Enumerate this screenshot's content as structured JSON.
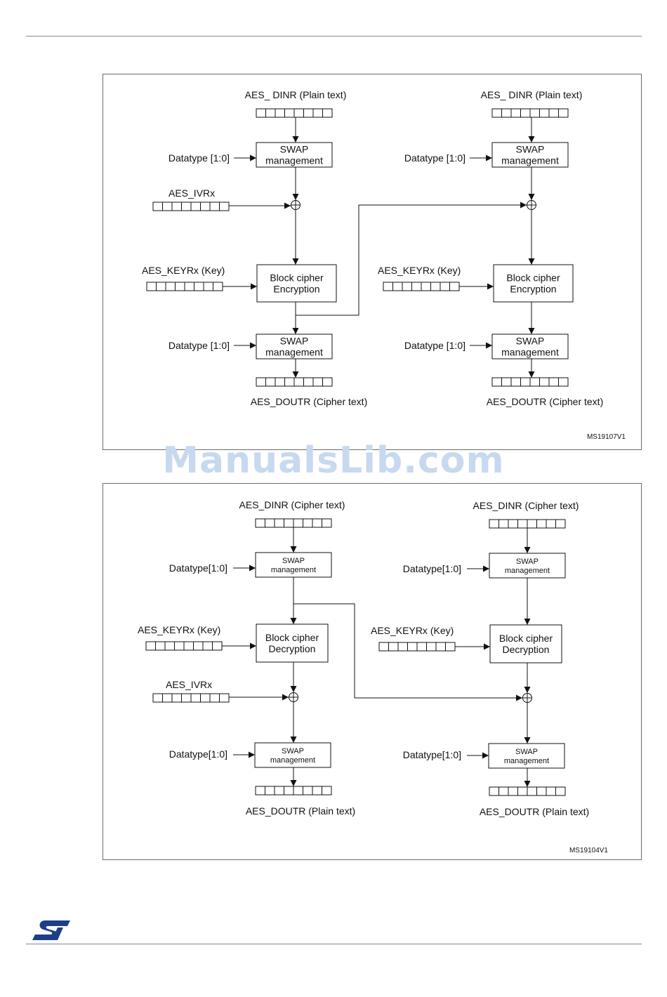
{
  "colors": {
    "line": "#111111",
    "frame": "#6b6b6b",
    "watermark": "#c7d9ef",
    "logo": "#1d3f8a"
  },
  "watermark": "ManualsLib.com",
  "logo": {
    "name": "st-logo",
    "text": "ST"
  },
  "figure_encrypt": {
    "id": "MS19107V1",
    "columns": [
      {
        "input": "AES_ DINR  (Plain text)",
        "datatype_in": "Datatype [1:0]",
        "swap_in": [
          "SWAP",
          "management"
        ],
        "key": "AES_KEYRx (Key)",
        "cipher": [
          "Block cipher",
          "Encryption"
        ],
        "datatype_out": "Datatype [1:0]",
        "swap_out": [
          "SWAP",
          "management"
        ],
        "output": "AES_DOUTR  (Cipher text)",
        "iv": "AES_IVRx"
      },
      {
        "input": "AES_ DINR  (Plain text)",
        "datatype_in": "Datatype [1:0]",
        "swap_in": [
          "SWAP",
          "management"
        ],
        "key": "AES_KEYRx (Key)",
        "cipher": [
          "Block cipher",
          "Encryption"
        ],
        "datatype_out": "Datatype [1:0]",
        "swap_out": [
          "SWAP",
          "management"
        ],
        "output": "AES_DOUTR  (Cipher text)"
      }
    ]
  },
  "figure_decrypt": {
    "id": "MS19104V1",
    "columns": [
      {
        "input": "AES_DINR (Cipher text)",
        "datatype_in": "Datatype[1:0]",
        "swap_in": [
          "SWAP",
          "management"
        ],
        "key": "AES_KEYRx (Key)",
        "cipher": [
          "Block cipher",
          "Decryption"
        ],
        "iv": "AES_IVRx",
        "datatype_out": "Datatype[1:0]",
        "swap_out": [
          "SWAP",
          "management"
        ],
        "output": "AES_DOUTR (Plain text)"
      },
      {
        "input": "AES_DINR (Cipher text)",
        "datatype_in": "Datatype[1:0]",
        "swap_in": [
          "SWAP",
          "management"
        ],
        "key": "AES_KEYRx (Key)",
        "cipher": [
          "Block cipher",
          "Decryption"
        ],
        "datatype_out": "Datatype[1:0]",
        "swap_out": [
          "SWAP",
          "management"
        ],
        "output": "AES_DOUTR (Plain text)"
      }
    ]
  }
}
